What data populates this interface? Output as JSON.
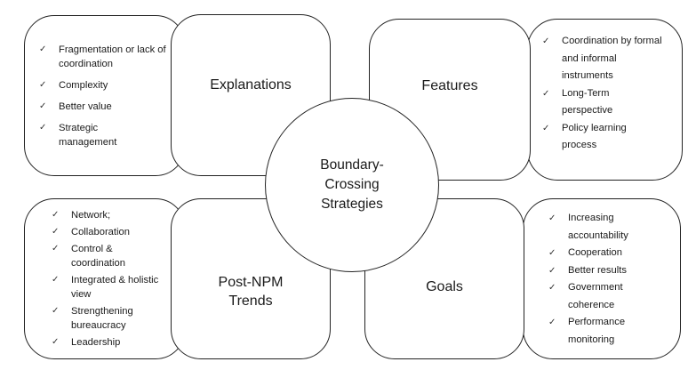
{
  "center": {
    "lines": [
      "Boundary-",
      "Crossing",
      "Strategies"
    ]
  },
  "quadrants": {
    "top_left": {
      "title": [
        "Explanations"
      ],
      "items": [
        "Fragmentation or lack of coordination",
        "Complexity",
        "Better value",
        "Strategic management"
      ]
    },
    "top_right": {
      "title": [
        "Features"
      ],
      "items": [
        "Coordination by formal and informal instruments",
        "Long-Term perspective",
        "Policy learning process"
      ]
    },
    "bottom_left": {
      "title": [
        "Post-NPM",
        "Trends"
      ],
      "items": [
        "Network;",
        "Collaboration",
        "Control & coordination",
        "Integrated & holistic view",
        "Strengthening bureaucracy",
        "Leadership"
      ]
    },
    "bottom_right": {
      "title": [
        "Goals"
      ],
      "items": [
        "Increasing accountability",
        "Cooperation",
        "Better results",
        "Government coherence",
        "Performance monitoring"
      ]
    }
  },
  "bullet_icon": "check-mark-icon"
}
